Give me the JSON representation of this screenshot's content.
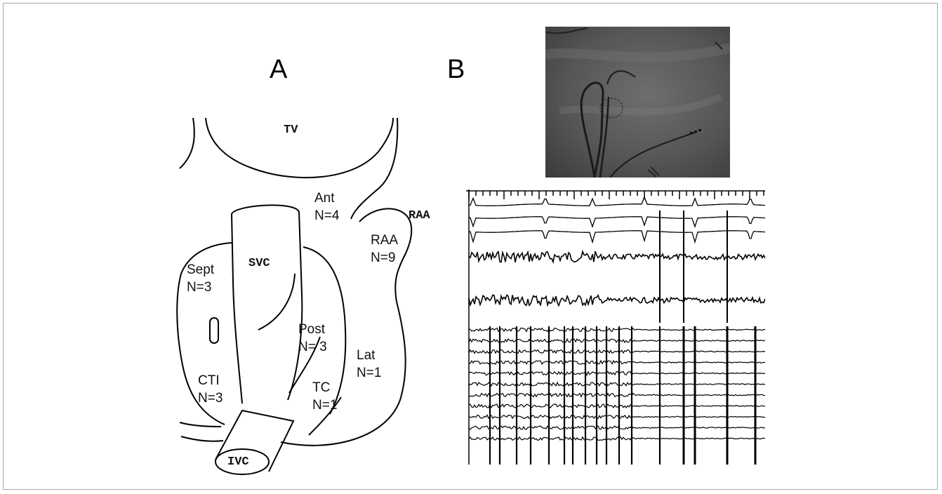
{
  "panel_a": {
    "label": "A",
    "structures": {
      "tv": "TV",
      "raa": "RAA",
      "svc": "SVC",
      "ivc": "IVC"
    },
    "sites": [
      {
        "name": "Ant",
        "count": "N=4"
      },
      {
        "name": "RAA",
        "count": "N=9"
      },
      {
        "name": "Sept",
        "count": "N=3"
      },
      {
        "name": "Post",
        "count": "N= 3"
      },
      {
        "name": "Lat",
        "count": "N=1"
      },
      {
        "name": "CTI",
        "count": "N=3"
      },
      {
        "name": "TC",
        "count": "N=1"
      }
    ]
  },
  "panel_b": {
    "label": "B"
  },
  "colors": {
    "line": "#000000",
    "fluoro_bg": "#5a5a5a"
  }
}
